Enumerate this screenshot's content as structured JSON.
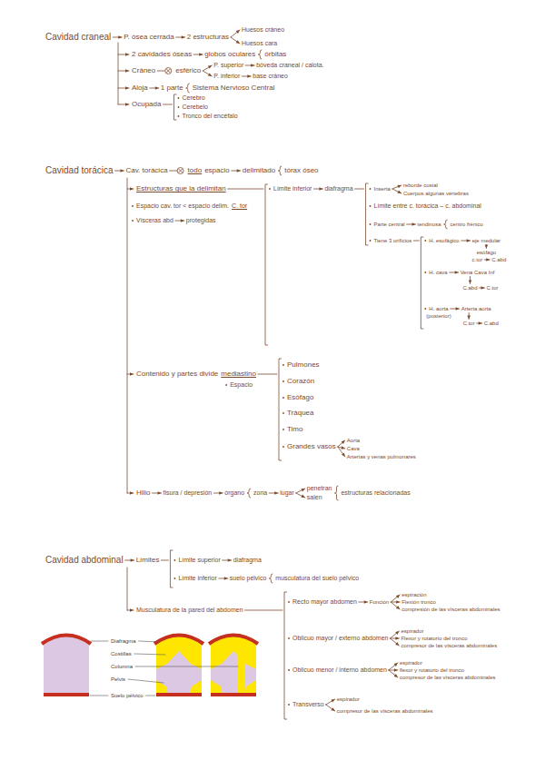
{
  "diagram": {
    "labels": [
      "Cavidad craneal",
      "P. ósea cerrada",
      "2 estructuras",
      "Huesos cráneo",
      "Huesos cara",
      "2 cavidades óseas",
      "globos oculares",
      "órbitas",
      "Cráneo",
      "esférico",
      "P. superior",
      "bóveda craneal / calota.",
      "P. inferior",
      "base cráneo",
      "Aloja",
      "1 parte",
      "Sistema Nervioso Central",
      "Ocupada",
      "Cerebro",
      "Cerebelo",
      "Tronco del encéfalo",
      "Cavidad torácica",
      "Cav. torácica",
      "todo",
      "espacio",
      "delimitado",
      "tórax óseo",
      "Estructuras que la delimitan",
      "Espacio cav. tor < espacio delim.",
      "C. tor",
      "Vísceras abd",
      "protegidas",
      "Límite inferior",
      "diafragma",
      "Inserta",
      "reborde costal",
      "Cuerpos algunas vértebras",
      "Límite entre c. torácica – c. abdominal",
      "Parte central",
      "tendinosa",
      "centro frénico",
      "Tiene 3 orificios",
      "H. esofágico",
      "eje medular",
      "esófago",
      "c.tor",
      "C.abd",
      "H. cava",
      "Vena Cava Inf",
      "C.abd",
      "C.tor",
      "H. aorta",
      "(posterior)",
      "Arteria aorta",
      "C.tor",
      "C.abd",
      "Contenido y partes divide",
      "mediastino",
      "Espacio",
      "Pulmones",
      "Corazón",
      "Esófago",
      "Tráquea",
      "Timo",
      "Grandes vasos",
      "Aorta",
      "Cava",
      "Arterias y venas pulmonares",
      "Hilio",
      "fisura / depresión",
      "órgano",
      "zona",
      "lugar",
      "penetran",
      "salen",
      "estructuras relacionadas",
      "Cavidad abdominal",
      "Límites",
      "Límite superior",
      "diafragma",
      "Límite inferior",
      "suelo pélvico",
      "musculatura del suelo pélvico",
      "Musculatura de la pared del abdomen",
      "Recto mayor abdomen",
      "Función",
      "espiración",
      "Flexión tronco",
      "compresión de las vísceras abdominales",
      "Oblicuo mayor / externo abdomen",
      "espirador",
      "Flexor y rotatorio del tronco",
      "compresor de las vísceras abdominales",
      "Oblicuo menor / interno abdomen",
      "espirador",
      "flexor y rotatorio del tronco",
      "compresor de las vísceras abdominales",
      "Transverso",
      "espirador",
      "compresor de las vísceras abdominales",
      "Diafragma",
      "Costillas",
      "Columna",
      "Pelvis",
      "Suelo pélvico"
    ]
  }
}
